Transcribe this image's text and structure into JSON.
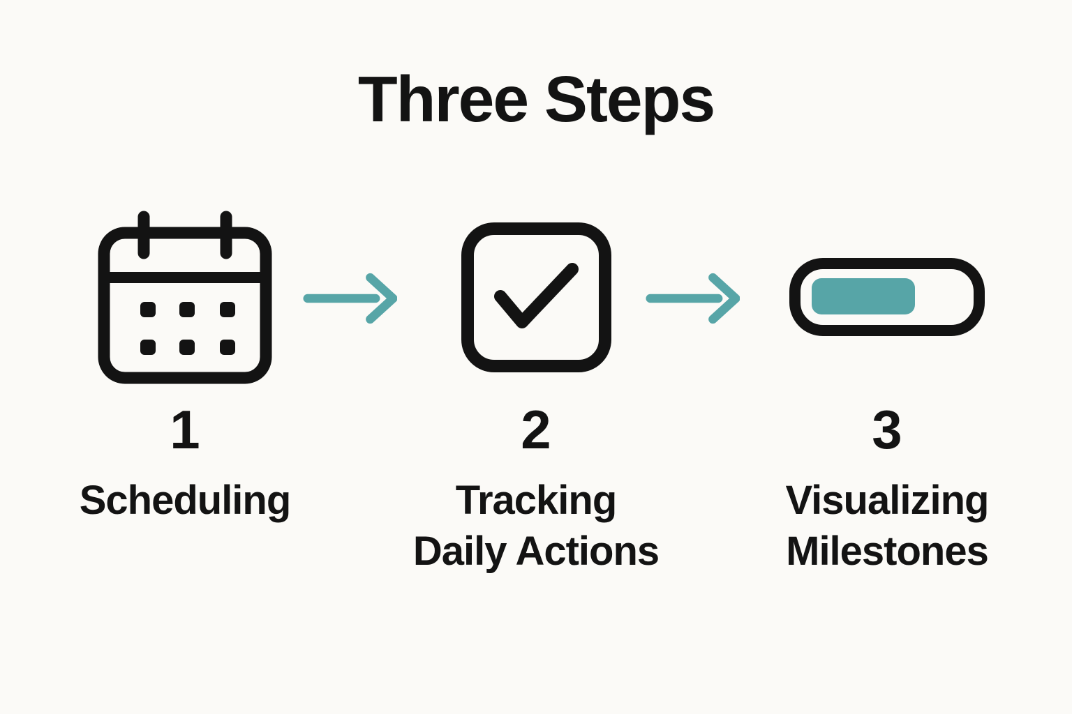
{
  "title": "Three Steps",
  "colors": {
    "background": "#FBFAF7",
    "ink": "#131313",
    "accent": "#57A5A7"
  },
  "steps": [
    {
      "number": "1",
      "label": "Scheduling",
      "icon": "calendar-icon"
    },
    {
      "number": "2",
      "label": "Tracking\nDaily Actions",
      "icon": "checkbox-checked-icon"
    },
    {
      "number": "3",
      "label": "Visualizing\nMilestones",
      "icon": "progress-bar-icon"
    }
  ],
  "progress_bar": {
    "fill_percent": 55
  },
  "connector": "right-arrow"
}
